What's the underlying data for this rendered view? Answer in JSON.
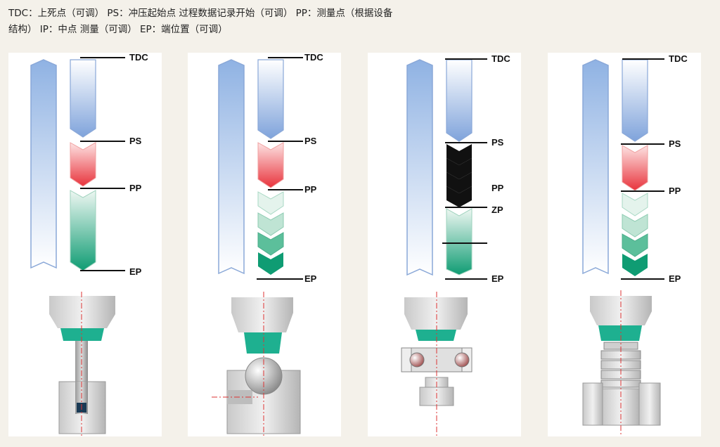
{
  "legend": {
    "line1": "TDC：上死点（可调） PS：冲压起始点 过程数据记录开始（可调） PP：测量点（根据设备",
    "line2": "结构） IP：中点 测量（可调） EP：端位置（可调）"
  },
  "panels": [
    {
      "labels": {
        "tdc": "TDC",
        "ps": "PS",
        "pp": "PP",
        "ep": "EP"
      }
    },
    {
      "labels": {
        "tdc": "TDC",
        "ps": "PS",
        "pp": "PP",
        "ep": "EP"
      }
    },
    {
      "labels": {
        "tdc": "TDC",
        "ps": "PS",
        "pp": "PP",
        "zp": "ZP",
        "ep": "EP"
      }
    },
    {
      "labels": {
        "tdc": "TDC",
        "ps": "PS",
        "pp": "PP",
        "ep": "EP"
      }
    }
  ],
  "colors": {
    "blue": "#8fb2e3",
    "red": "#e8333c",
    "green": "#0f9c73",
    "black": "#111111",
    "teal_ring": "#1eb090",
    "background": "#f4f1ea"
  }
}
